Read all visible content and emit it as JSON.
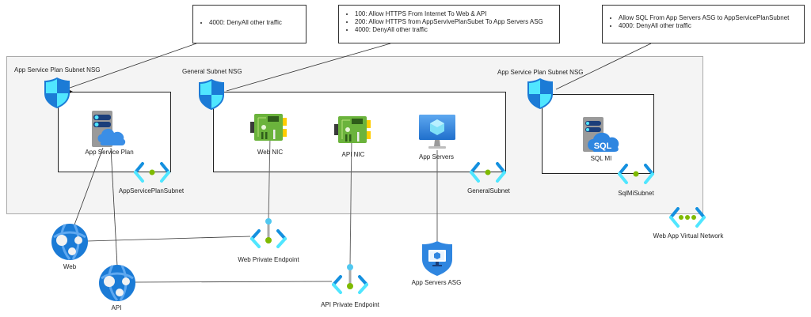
{
  "notes": [
    {
      "rules": [
        "4000: DenyAll other traffic"
      ]
    },
    {
      "rules": [
        "100: Allow HTTPS From Internet To Web & API",
        "200: Allow HTTPS from AppServivePlanSubet To App Servers ASG",
        "4000: DenyAll other traffic"
      ]
    },
    {
      "rules": [
        "Allow SQL From App Servers ASG to AppServicePlanSubnet",
        "4000: DenyAll other traffic"
      ]
    }
  ],
  "vnet": {
    "label": "Web App Virtual Network"
  },
  "subnets": {
    "app_service_plan": {
      "nsg_label": "App Service Plan Subnet NSG",
      "label": "AppServicePlanSubnet"
    },
    "general": {
      "nsg_label": "General Subnet NSG",
      "label": "GeneralSubnet"
    },
    "sqlmi": {
      "nsg_label": "App Service Plan Subnet NSG",
      "label": "SqlMiSubnet"
    }
  },
  "nodes": {
    "app_service_plan": "App Service Plan",
    "web_nic": "Web NIC",
    "api_nic": "API NIC",
    "app_servers": "App Servers",
    "sql_mi": "SQL MI",
    "web": "Web",
    "api": "API",
    "web_pe": "Web Private Endpoint",
    "api_pe": "API Private Endpoint",
    "app_servers_asg": "App Servers ASG",
    "sql_icon_text": "SQL"
  },
  "colors": {
    "shield_light": "#50e6ff",
    "shield_dark": "#1b7bd6",
    "bracket_blue": "#1490df",
    "bracket_cyan": "#50e6ff",
    "dot_green": "#7fba00",
    "nic_green": "#5ea0ef",
    "vnet_bg": "#f4f4f4"
  }
}
